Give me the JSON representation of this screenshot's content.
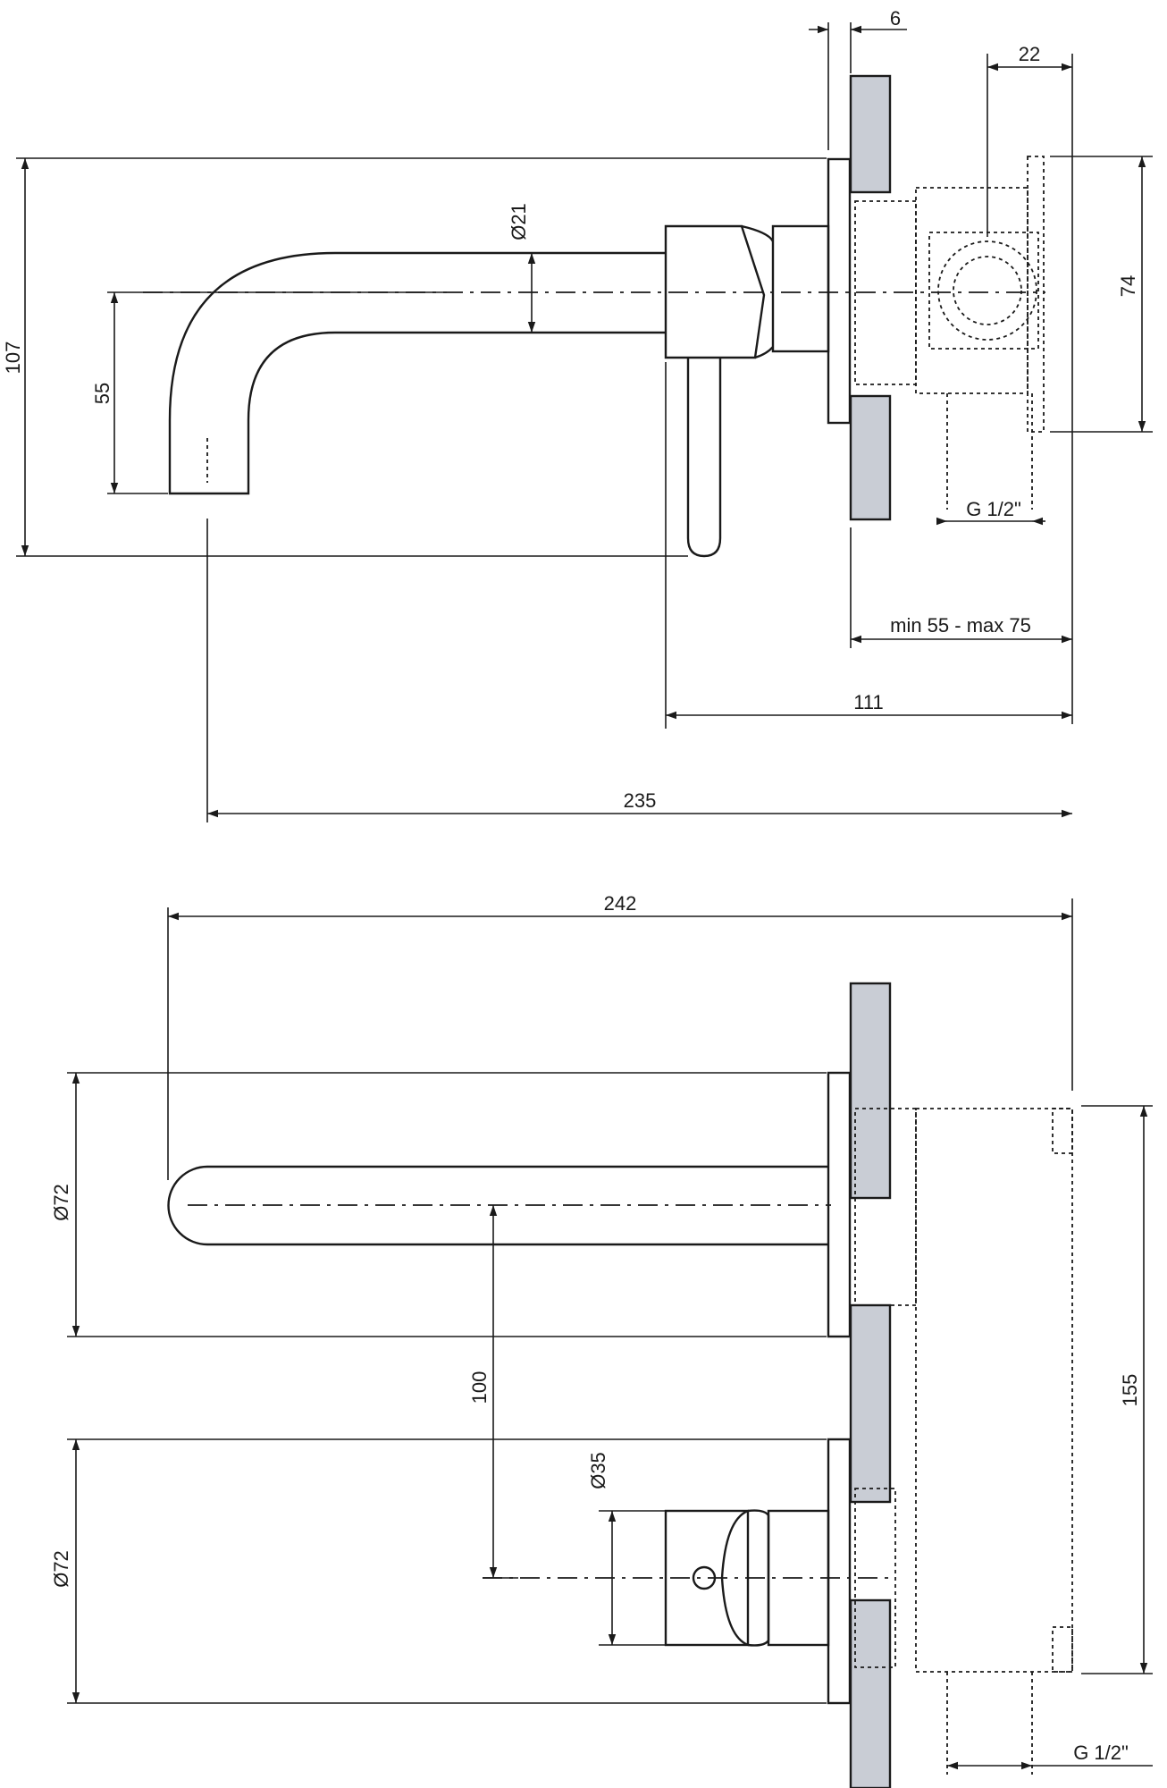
{
  "side_view": {
    "dims": {
      "wall_plate": "6",
      "body_depth": "22",
      "overall_height": "107",
      "spout_diameter": "Ø21",
      "spout_drop": "55",
      "body_height": "74",
      "connection": "G 1/2\"",
      "install_depth": "min 55 - max 75",
      "lever_reach": "111",
      "spout_reach": "235"
    }
  },
  "front_view": {
    "dims": {
      "total_length": "242",
      "spout_plate_diameter": "Ø72",
      "center_distance": "100",
      "lever_diameter": "Ø35",
      "lever_plate_diameter": "Ø72",
      "body_height": "155",
      "connection": "G 1/2\""
    }
  }
}
